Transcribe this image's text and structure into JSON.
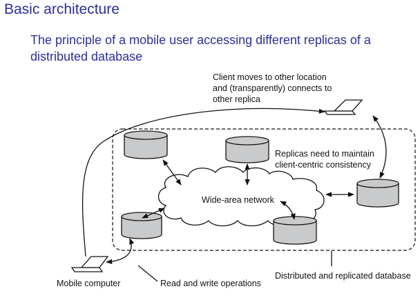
{
  "slide": {
    "title": "Basic architecture",
    "subtitle_line1": "The principle of a mobile user accessing different replicas of a",
    "subtitle_line2": "distributed database"
  },
  "diagram": {
    "client_moves_line1": "Client moves to other location",
    "client_moves_line2": "and (transparently) connects to",
    "client_moves_line3": "other replica",
    "replicas_line1": "Replicas need to maintain",
    "replicas_line2": "client-centric consistency",
    "wan_label": "Wide-area network",
    "mobile_computer_label": "Mobile computer",
    "rw_label": "Read and write operations",
    "db_label": "Distributed and replicated database"
  },
  "colors": {
    "title_color": "#2b2f9e",
    "replica_fill": "#c9cacb"
  }
}
